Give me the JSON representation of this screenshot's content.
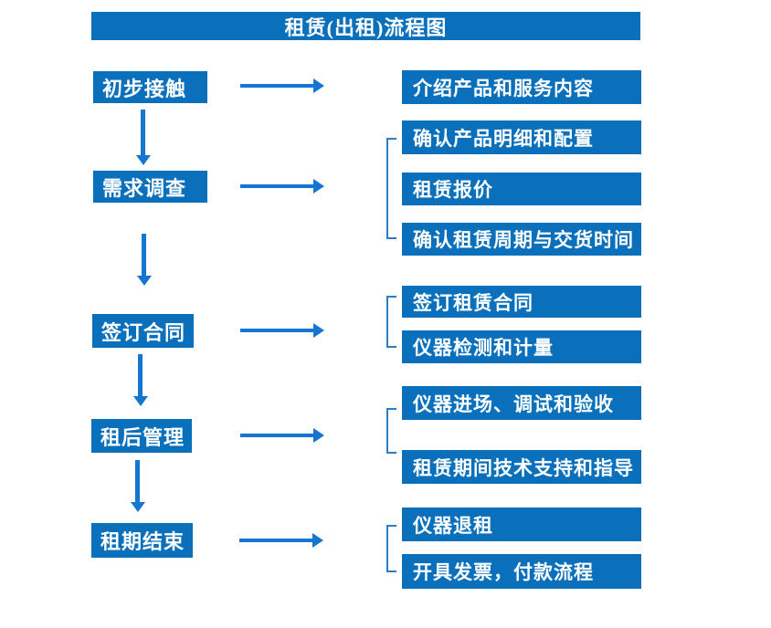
{
  "flowchart": {
    "title": "租赁(出租)流程图",
    "stages": [
      {
        "step": "初步接触",
        "details": [
          "介绍产品和服务内容"
        ]
      },
      {
        "step": "需求调查",
        "details": [
          "确认产品明细和配置",
          "租赁报价",
          "确认租赁周期与交货时间"
        ]
      },
      {
        "step": "签订合同",
        "details": [
          "签订租赁合同",
          "仪器检测和计量"
        ]
      },
      {
        "step": "租后管理",
        "details": [
          "仪器进场、调试和验收",
          "租赁期间技术支持和指导"
        ]
      },
      {
        "step": "租期结束",
        "details": [
          "仪器退租",
          "开具发票，付款流程"
        ]
      }
    ]
  },
  "colors": {
    "box": "#0b70bc",
    "arrow": "#1576d2",
    "bracket": "#2f7bc3",
    "text-color": "#ffffff"
  }
}
